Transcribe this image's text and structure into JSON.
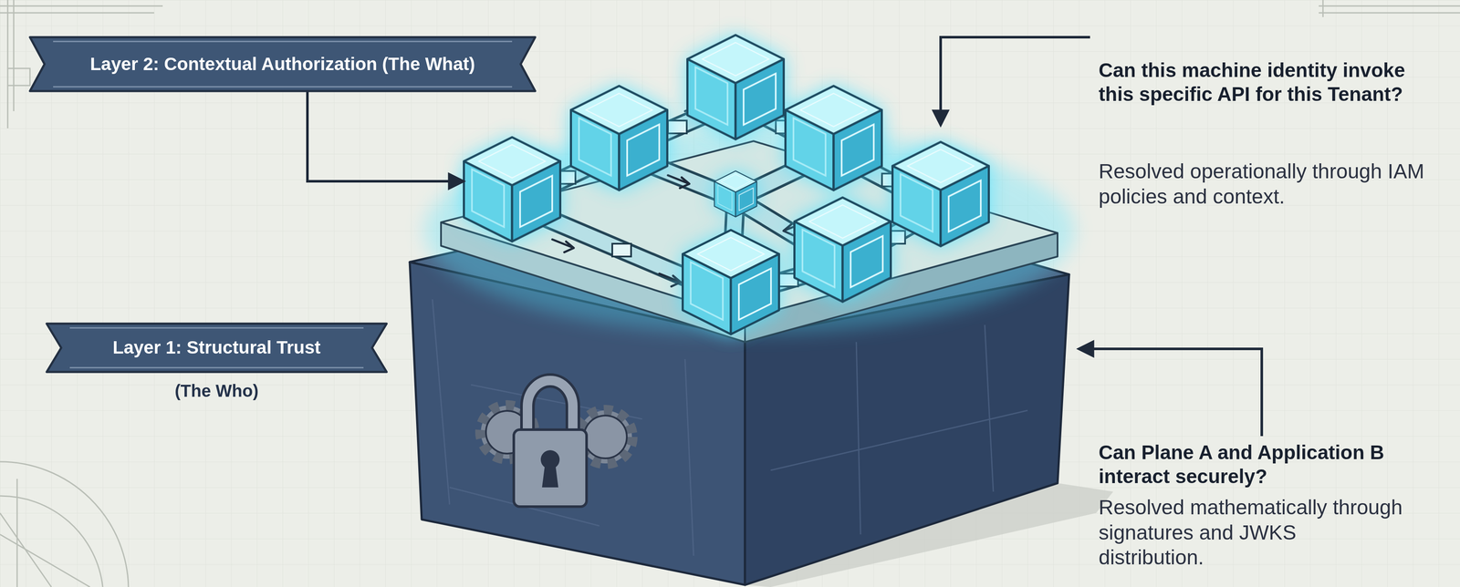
{
  "diagram": {
    "nodes": [
      {
        "text": [
          "Layer 2: Contextual Authorization (The What)"
        ]
      },
      {
        "text": [
          "Layer 1: Structural Trust",
          "(The Who)"
        ]
      }
    ],
    "labels": [
      "Can this machine identity invoke this specific API for this Tenant?",
      "Resolved operationally through IAM policies and context.",
      "Can Plane A and Application B interact securely?",
      "Resolved mathematically through signatures and JWKS distribution."
    ]
  }
}
